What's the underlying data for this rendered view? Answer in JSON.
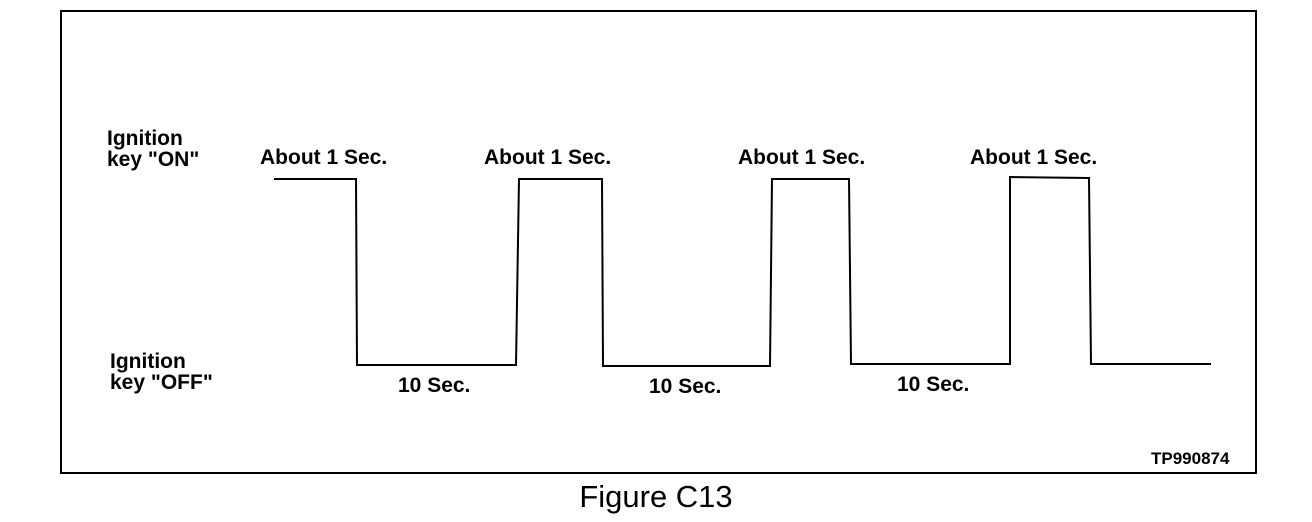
{
  "diagram": {
    "on_label_line1": "Ignition",
    "on_label_line2": "key \"ON\"",
    "off_label_line1": "Ignition",
    "off_label_line2": "key \"OFF\"",
    "pulses": [
      {
        "label": "About 1 Sec."
      },
      {
        "label": "About 1 Sec."
      },
      {
        "label": "About 1 Sec."
      },
      {
        "label": "About 1 Sec."
      }
    ],
    "gaps": [
      {
        "label": "10 Sec."
      },
      {
        "label": "10 Sec."
      },
      {
        "label": "10 Sec."
      }
    ],
    "code": "TP990874"
  },
  "caption": "Figure C13"
}
